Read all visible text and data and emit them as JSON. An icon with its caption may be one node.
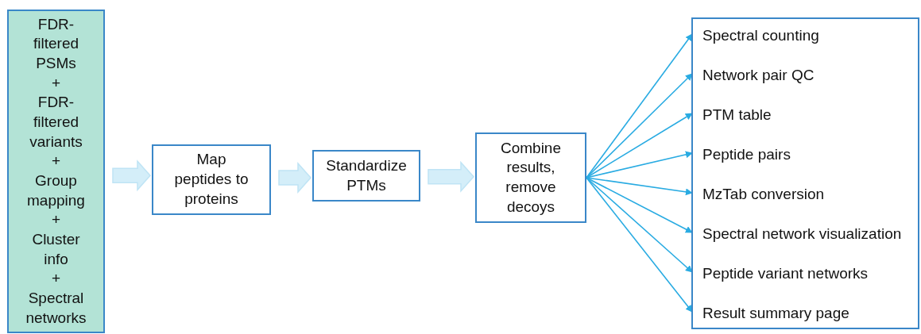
{
  "diagram": {
    "nodes": [
      {
        "text": [
          "FDR-filtered PSMs",
          "+",
          "FDR-filtered variants",
          "+",
          "Group mapping",
          "+",
          "Cluster info",
          "+",
          "Spectral networks"
        ]
      },
      {
        "text": [
          "Map peptides to proteins"
        ]
      },
      {
        "text": [
          "Standardize PTMs"
        ]
      },
      {
        "text": [
          "Combine results, remove decoys"
        ]
      },
      {
        "text": [],
        "shape": "box"
      },
      {
        "text": [
          "Spectral counting"
        ],
        "in": 4
      },
      {
        "text": [
          "Network pair QC"
        ],
        "in": 4
      },
      {
        "text": [
          "PTM table"
        ],
        "in": 4
      },
      {
        "text": [
          "Peptide pairs"
        ],
        "in": 4
      },
      {
        "text": [
          "MzTab conversion"
        ],
        "in": 4
      },
      {
        "text": [
          "Spectral network visualization"
        ],
        "in": 4
      },
      {
        "text": [
          "Peptide variant networks"
        ],
        "in": 4
      },
      {
        "text": [
          "Result summary page"
        ],
        "in": 4
      }
    ],
    "edges": [
      {
        "from": 0,
        "to": 1,
        "arrow": "to",
        "style": "thick",
        "color": "#d4eef9"
      },
      {
        "from": 1,
        "to": 2,
        "arrow": "to",
        "style": "thick",
        "color": "#d4eef9"
      },
      {
        "from": 2,
        "to": 3,
        "arrow": "to",
        "style": "thick",
        "color": "#d4eef9"
      },
      {
        "from": 3,
        "to": 5,
        "arrow": "to"
      },
      {
        "from": 3,
        "to": 6,
        "arrow": "to"
      },
      {
        "from": 3,
        "to": 7,
        "arrow": "to"
      },
      {
        "from": 3,
        "to": 8,
        "arrow": "to"
      },
      {
        "from": 3,
        "to": 9,
        "arrow": "to"
      },
      {
        "from": 3,
        "to": 10,
        "arrow": "to"
      },
      {
        "from": 3,
        "to": 11,
        "arrow": "to"
      },
      {
        "from": 3,
        "to": 12,
        "arrow": "to"
      }
    ]
  }
}
